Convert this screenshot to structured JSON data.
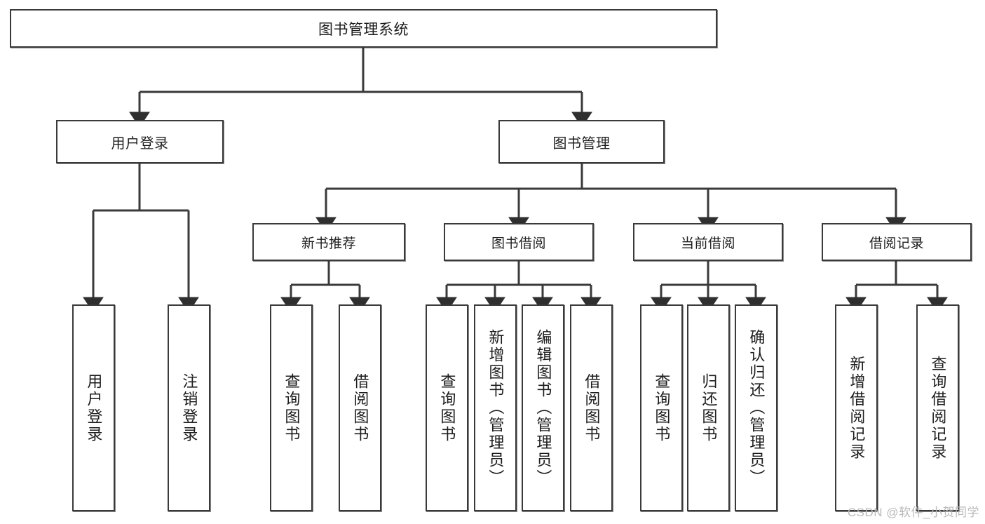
{
  "diagram": {
    "title": "图书管理系统",
    "type": "hierarchy-tree",
    "stroke_color": "#3a3a3a",
    "fill_color": "#ffffff",
    "text_color": "#1d1d1d",
    "root": {
      "label": "图书管理系统"
    },
    "tier1": [
      {
        "label": "用户登录"
      },
      {
        "label": "图书管理"
      }
    ],
    "tier2": [
      {
        "label": "新书推荐"
      },
      {
        "label": "图书借阅"
      },
      {
        "label": "当前借阅"
      },
      {
        "label": "借阅记录"
      }
    ],
    "leaves": {
      "user_login": [
        {
          "label": "用户登录"
        },
        {
          "label": "注销登录"
        }
      ],
      "new_book_recommend": [
        {
          "label": "查询图书"
        },
        {
          "label": "借阅图书"
        }
      ],
      "book_borrow": [
        {
          "label": "查询图书"
        },
        {
          "label": "新增图书（管理员）"
        },
        {
          "label": "编辑图书（管理员）"
        },
        {
          "label": "借阅图书"
        }
      ],
      "current_borrow": [
        {
          "label": "查询图书"
        },
        {
          "label": "归还图书"
        },
        {
          "label": "确认归还（管理员）"
        }
      ],
      "borrow_record": [
        {
          "label": "新增借阅记录"
        },
        {
          "label": "查询借阅记录"
        }
      ]
    }
  },
  "watermark": {
    "text": "CSDN @软件_小贺同学"
  }
}
